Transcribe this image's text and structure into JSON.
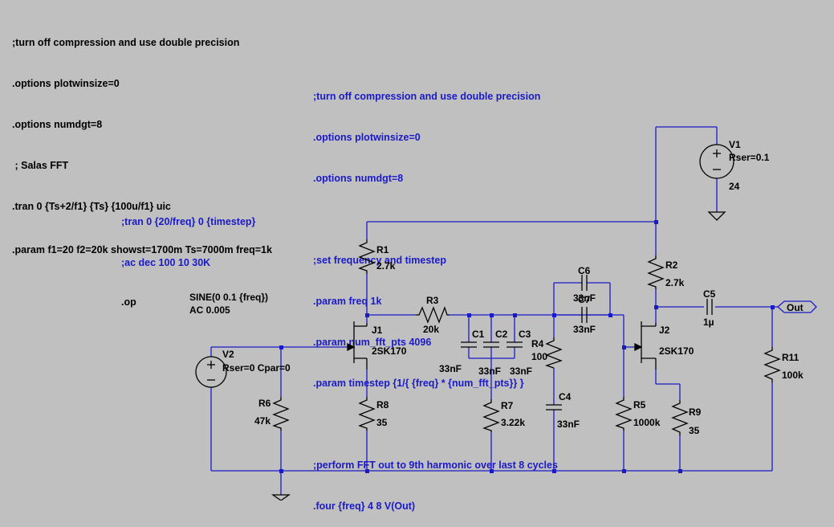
{
  "directives_left": [
    ";turn off compression and use double precision",
    ".options plotwinsize=0",
    ".options numdgt=8",
    " ; Salas FFT",
    ".tran 0 {Ts+2/f1} {Ts} {100u/f1} uic",
    ".param f1=20 f2=20k showst=1700m Ts=7000m freq=1k"
  ],
  "directives_center": [
    ";turn off compression and use double precision",
    ".options plotwinsize=0",
    ".options numdgt=8",
    "",
    ";set frequency and timestep",
    ".param freq 1k",
    ".param num_fft_pts 4096",
    ".param timestep {1/{ {freq} * {num_fft_pts}} }",
    "",
    ";perform FFT out to 9th harmonic over last 8 cycles",
    ".four {freq} 4 8 V(Out)"
  ],
  "directives_mid": [
    ";tran 0 {20/freq} 0 {timestep}",
    ";ac dec 100 10 30K",
    ".op"
  ],
  "source_v2": {
    "waveform": "SINE(0 0.1 {freq})",
    "ac": "AC 0.005",
    "name": "V2",
    "params": "Rser=0 Cpar=0"
  },
  "source_v1": {
    "name": "V1",
    "params": "Rser=0.1",
    "value": "24"
  },
  "components": {
    "R1": {
      "name": "R1",
      "value": "2.7k"
    },
    "R2": {
      "name": "R2",
      "value": "2.7k"
    },
    "R3": {
      "name": "R3",
      "value": "20k"
    },
    "R4": {
      "name": "R4",
      "value": "100"
    },
    "R5": {
      "name": "R5",
      "value": "1000k"
    },
    "R6": {
      "name": "R6",
      "value": "47k"
    },
    "R7": {
      "name": "R7",
      "value": "3.22k"
    },
    "R8": {
      "name": "R8",
      "value": "35"
    },
    "R9": {
      "name": "R9",
      "value": "35"
    },
    "R11": {
      "name": "R11",
      "value": "100k"
    },
    "C1": {
      "name": "C1",
      "value": "33nF"
    },
    "C2": {
      "name": "C2",
      "value": "33nF"
    },
    "C3": {
      "name": "C3",
      "value": "33nF"
    },
    "C4": {
      "name": "C4",
      "value": "33nF"
    },
    "C5": {
      "name": "C5",
      "value": "1µ"
    },
    "C6": {
      "name": "C6",
      "value": "33nF"
    },
    "C7": {
      "name": "C7",
      "value": "33nF"
    },
    "J1": {
      "name": "J1",
      "model": "2SK170"
    },
    "J2": {
      "name": "J2",
      "model": "2SK170"
    }
  },
  "net_label_out": "Out",
  "colors": {
    "background": "#c0c0c0",
    "wire": "#1a1ac8",
    "component": "#000000",
    "junction": "#1a1ac8",
    "comment_text": "#1a1ac8"
  }
}
